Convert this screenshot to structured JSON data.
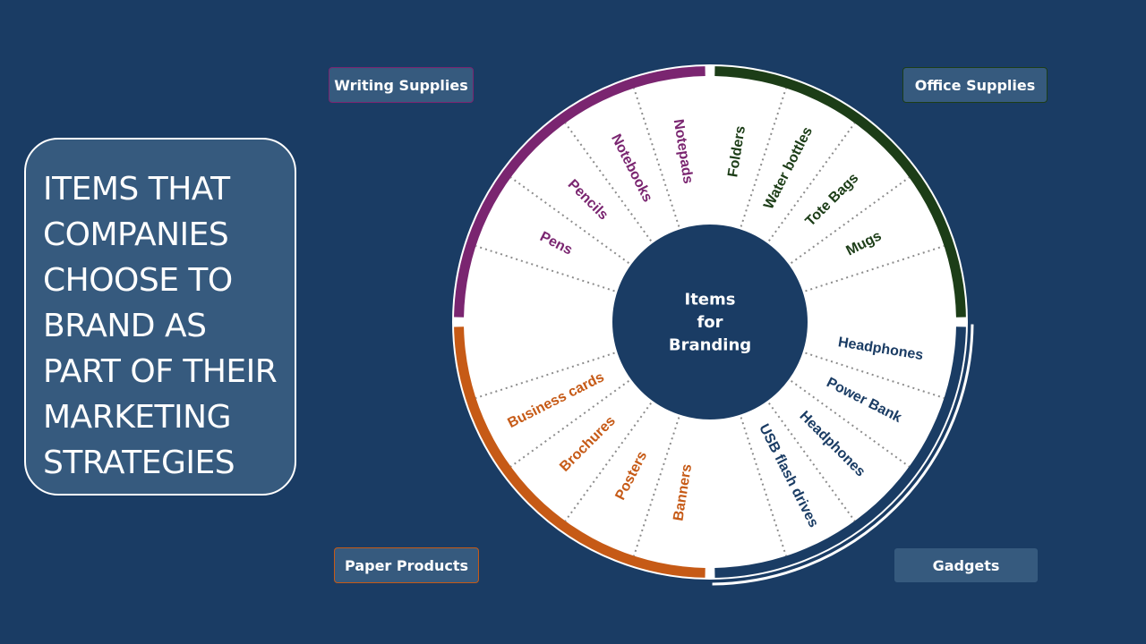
{
  "title": "ITEMS THAT COMPANIES CHOOSE TO BRAND AS PART OF THEIR MARKETING STRATEGIES",
  "center": {
    "lines": [
      "Items",
      "for",
      "Branding"
    ]
  },
  "colors": {
    "writing": "#7a2570",
    "office": "#1c3d17",
    "gadgets": "#1a3c64",
    "paper": "#c65a16"
  },
  "categories": [
    {
      "key": "writing",
      "label": "Writing Supplies",
      "items": [
        "Notepads",
        "Notebooks",
        "Pencils",
        "Pens"
      ]
    },
    {
      "key": "office",
      "label": "Office Supplies",
      "items": [
        "Folders",
        "Water bottles",
        "Tote Bags",
        "Mugs"
      ]
    },
    {
      "key": "gadgets",
      "label": "Gadgets",
      "items": [
        "Headphones",
        "Power Bank",
        "Headphones",
        "USB flash drives"
      ]
    },
    {
      "key": "paper",
      "label": "Paper Products",
      "items": [
        "Banners",
        "Posters",
        "Brochures",
        "Business cards"
      ]
    }
  ]
}
